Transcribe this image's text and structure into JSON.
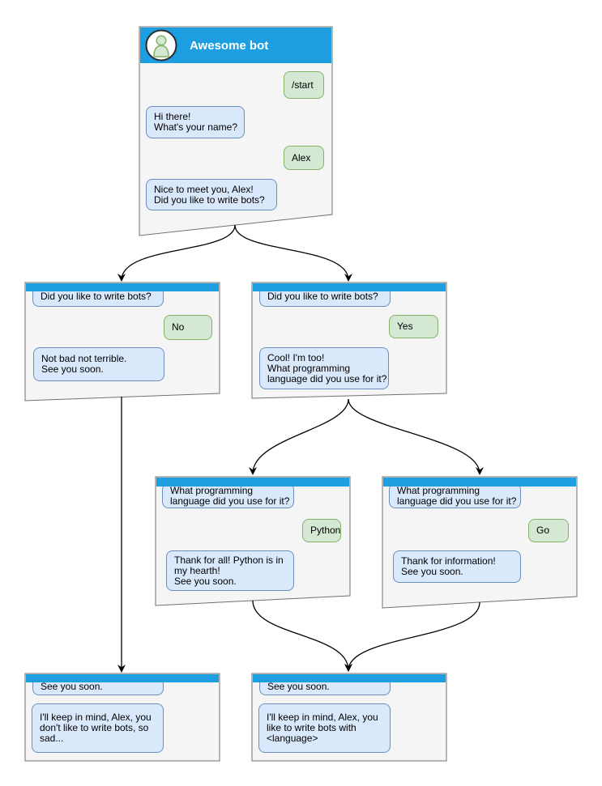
{
  "colors": {
    "header_blue": "#1C9EE0",
    "window_bg": "#F5F5F5",
    "window_border": "#707070",
    "bot_bubble_bg": "#DAE8FC",
    "bot_bubble_border": "#6C8EBF",
    "user_bubble_bg": "#D5E8D4",
    "user_bubble_border": "#82B366",
    "arrow": "#000000",
    "title_text": "#FFFFFF"
  },
  "main_window": {
    "title": "Awesome bot",
    "avatar_icon": "person-icon",
    "messages": [
      {
        "from": "user",
        "text": "/start"
      },
      {
        "from": "bot",
        "text": "Hi there!\nWhat's your name?"
      },
      {
        "from": "user",
        "text": "Alex"
      },
      {
        "from": "bot",
        "text": "Nice to meet you, Alex!\nDid you like to write bots?"
      }
    ]
  },
  "windows": [
    {
      "id": "branch-no",
      "messages": [
        {
          "from": "bot",
          "text": "Did you like to write bots?"
        },
        {
          "from": "user",
          "text": "No"
        },
        {
          "from": "bot",
          "text": "Not bad not terrible.\nSee you soon."
        }
      ]
    },
    {
      "id": "branch-yes",
      "messages": [
        {
          "from": "bot",
          "text": "Did you like to write bots?"
        },
        {
          "from": "user",
          "text": "Yes"
        },
        {
          "from": "bot",
          "text": "Cool! I'm too!\nWhat programming\nlanguage did you use for it?"
        }
      ]
    },
    {
      "id": "branch-python",
      "messages": [
        {
          "from": "bot",
          "text": "What programming\nlanguage did you use for it?"
        },
        {
          "from": "user",
          "text": "Python"
        },
        {
          "from": "bot",
          "text": "Thank for all! Python is in\nmy hearth!\nSee you soon."
        }
      ]
    },
    {
      "id": "branch-go",
      "messages": [
        {
          "from": "bot",
          "text": "What programming\nlanguage did you use for it?"
        },
        {
          "from": "user",
          "text": "Go"
        },
        {
          "from": "bot",
          "text": "Thank for information!\nSee you soon."
        }
      ]
    },
    {
      "id": "end-no",
      "messages": [
        {
          "from": "bot",
          "text": "See you soon."
        },
        {
          "from": "bot",
          "text": "I'll keep in mind, Alex, you\ndon't like to write bots, so\nsad..."
        }
      ]
    },
    {
      "id": "end-yes",
      "messages": [
        {
          "from": "bot",
          "text": "See you soon."
        },
        {
          "from": "bot",
          "text": "I'll keep in mind, Alex, you\nlike to write bots with\n<language>"
        }
      ]
    }
  ]
}
